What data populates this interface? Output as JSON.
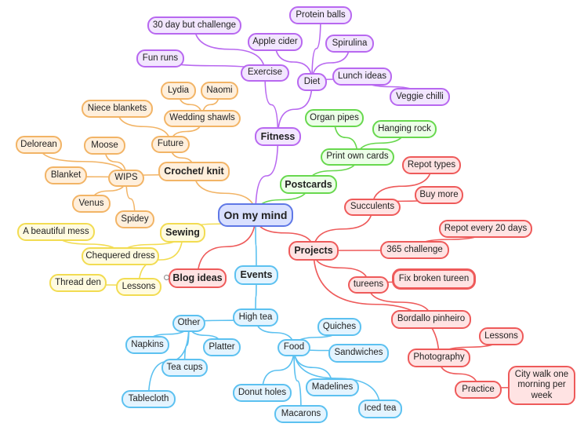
{
  "root": {
    "label": "On my mind"
  },
  "colors": {
    "fitness": "#b868f0",
    "postcards": "#68d84e",
    "projects": "#ee5a5a",
    "events": "#5cc1f0",
    "sewing": "#f2dc52",
    "crochet": "#f2b466",
    "root": "#5f78e6"
  },
  "branches": {
    "fitness": {
      "label": "Fitness",
      "exercise": {
        "label": "Exercise",
        "children": [
          "30 day but challenge",
          "Fun runs"
        ]
      },
      "diet": {
        "label": "Diet",
        "children": [
          "Protein balls",
          "Apple cider",
          "Spirulina",
          "Lunch ideas",
          "Veggie chilli"
        ]
      }
    },
    "postcards": {
      "label": "Postcards",
      "print_own": {
        "label": "Print own cards",
        "children": [
          "Organ pipes",
          "Hanging rock"
        ]
      }
    },
    "projects": {
      "label": "Projects",
      "succulents": {
        "label": "Succulents",
        "children": [
          "Repot types",
          "Buy more"
        ]
      },
      "challenge": {
        "label": "365 challenge",
        "children": [
          "Repot every 20 days"
        ]
      },
      "tureens": {
        "label": "tureens",
        "children": [
          "Fix broken tureen",
          "Bordallo pinheiro"
        ]
      },
      "photography": {
        "label": "Photography",
        "lessons": "Lessons",
        "practice": {
          "label": "Practice",
          "children": [
            "City walk one morning per week"
          ]
        }
      }
    },
    "events": {
      "label": "Events",
      "high_tea": {
        "label": "High tea",
        "other": {
          "label": "Other",
          "children": [
            "Napkins",
            "Platter",
            "Tea cups",
            "Tablecloth"
          ]
        },
        "food": {
          "label": "Food",
          "children": [
            "Quiches",
            "Sandwiches",
            "Madelines",
            "Iced tea",
            "Macarons",
            "Donut holes"
          ]
        }
      }
    },
    "blog": {
      "label": "Blog ideas"
    },
    "sewing": {
      "label": "Sewing",
      "chequered": {
        "label": "Chequered dress",
        "children": [
          "A beautiful mess"
        ]
      },
      "lessons": {
        "label": "Lessons",
        "children": [
          "Thread den"
        ]
      }
    },
    "crochet": {
      "label": "Crochet/ knit",
      "future": {
        "label": "Future",
        "wedding": {
          "label": "Wedding shawls",
          "children": [
            "Lydia",
            "Naomi"
          ]
        },
        "niece": "Niece blankets"
      },
      "wips": {
        "label": "WIPS",
        "children": [
          "Delorean",
          "Moose",
          "Blanket",
          "Venus",
          "Spidey"
        ]
      }
    }
  }
}
